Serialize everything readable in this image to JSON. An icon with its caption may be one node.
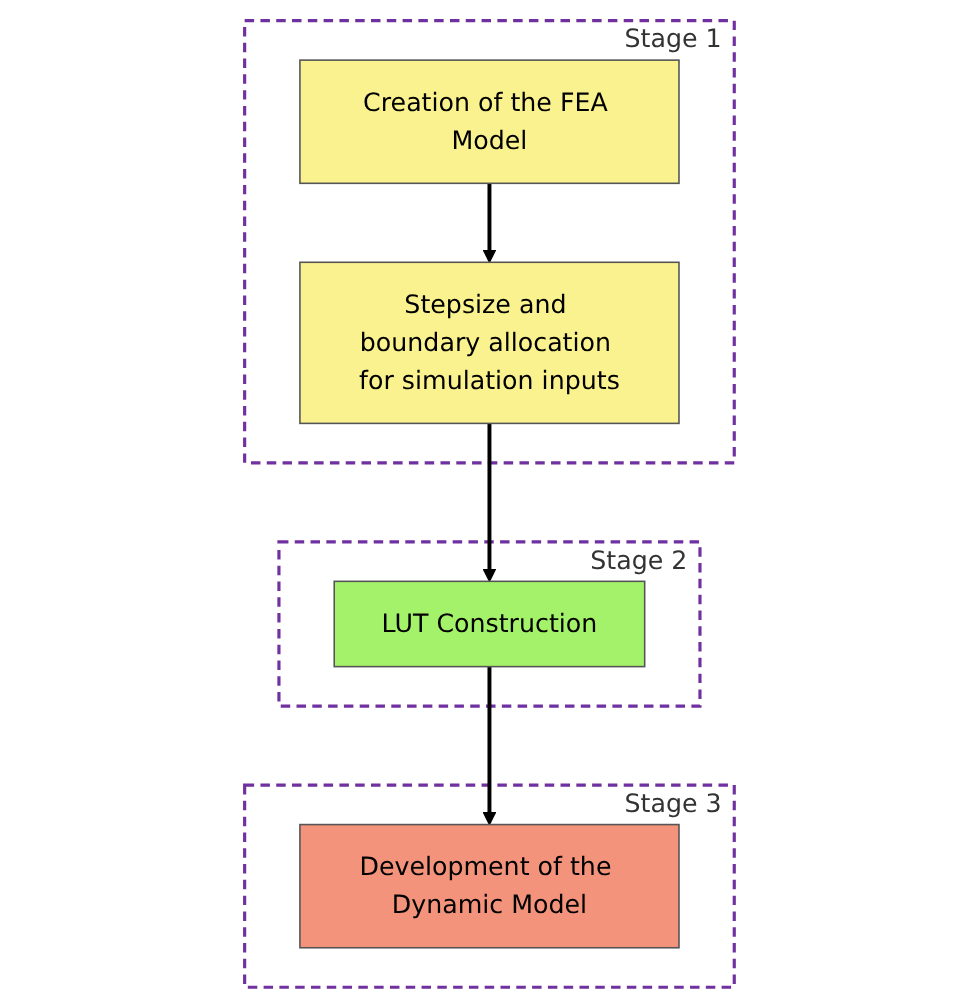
{
  "diagram": {
    "nodes": [
      {
        "text": [
          "Stage 1"
        ]
      },
      {
        "text": [
          "Creation of the FEA Model"
        ],
        "in": 0
      },
      {
        "text": [
          "Stepsize and boundary allocation for simulation inputs"
        ],
        "in": 0
      },
      {
        "text": [
          "Stage 2"
        ]
      },
      {
        "text": [
          "LUT Construction"
        ],
        "in": 3
      },
      {
        "text": [
          "Stage 3"
        ]
      },
      {
        "text": [
          "Development of the Dynamic Model"
        ],
        "in": 5
      }
    ],
    "edges": [
      {
        "from": 1,
        "to": 2,
        "arrow": "to"
      },
      {
        "from": 2,
        "to": 4,
        "arrow": "to"
      },
      {
        "from": 4,
        "to": 6,
        "arrow": "to"
      }
    ]
  }
}
